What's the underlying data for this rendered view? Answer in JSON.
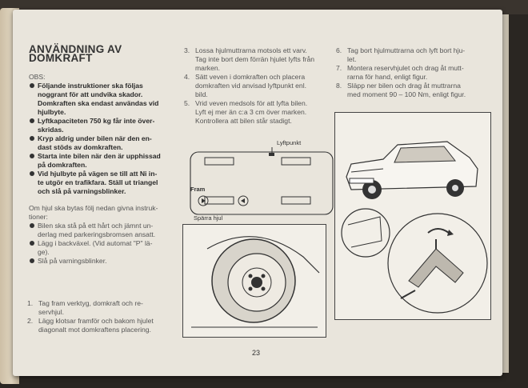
{
  "title": "ANVÄNDNING AV DOMKRAFT",
  "obs_heading": "OBS:",
  "obs_items": [
    [
      "Följande instruktioner ska följas",
      "noggrant för att undvika skador.",
      "Domkraften ska endast användas vid",
      "hjulbyte."
    ],
    [
      "Lyftkapaciteten 750 kg får inte över-",
      "skridas."
    ],
    [
      "Kryp aldrig under bilen när den en-",
      "dast stöds av domkraften."
    ],
    [
      "Starta inte bilen när den är upphissad",
      "på domkraften."
    ],
    [
      "Vid hjulbyte på vägen se till att Ni in-",
      "te utgör en trafikfara. Ställ ut triangel",
      "och slå på varningsblinker."
    ]
  ],
  "intro": [
    "Om hjul ska bytas följ nedan givna instruk-",
    "tioner:"
  ],
  "intro_items": [
    [
      "Bilen ska stå på ett hårt och jämnt un-",
      "derlag med parkeringsbromsen ansatt."
    ],
    [
      "Lägg i backväxel. (Vid automat \"P\" lä-",
      "ge)."
    ],
    [
      "Slå på varningsblinker."
    ]
  ],
  "steps_left": [
    {
      "n": "1.",
      "lines": [
        "Tag fram verktyg, domkraft och re-",
        "servhjul."
      ]
    },
    {
      "n": "2.",
      "lines": [
        "Lägg klotsar framför och bakom hjulet",
        "diagonalt mot domkraftens placering."
      ]
    }
  ],
  "steps_mid": [
    {
      "n": "3.",
      "lines": [
        "Lossa hjulmuttrarna motsols ett varv.",
        "Tag inte bort dem förrän hjulet lyfts från",
        "marken."
      ]
    },
    {
      "n": "4.",
      "lines": [
        "Sätt veven i domkraften och placera",
        "domkraften vid anvisad lyftpunkt enl.",
        "bild."
      ]
    },
    {
      "n": "5.",
      "lines": [
        "Vrid veven medsols för att lyfta bilen.",
        "Lyft ej mer än c:a 3 cm över marken.",
        "Kontrollera att bilen står stadigt."
      ]
    }
  ],
  "steps_right": [
    {
      "n": "6.",
      "lines": [
        "Tag bort hjulmuttrarna och lyft bort hju-",
        "let."
      ]
    },
    {
      "n": "7.",
      "lines": [
        "Montera reservhjulet och drag åt mutt-",
        "rarna för hand, enligt figur."
      ]
    },
    {
      "n": "8.",
      "lines": [
        "Släpp ner bilen och drag åt muttrarna",
        "med moment 90 – 100 Nm, enligt figur."
      ]
    }
  ],
  "fig_labels": {
    "lyftpunkt": "Lyftpunkt",
    "fram": "Fram",
    "sparra_hjul": "Spärra hjul"
  },
  "page_number": "23"
}
